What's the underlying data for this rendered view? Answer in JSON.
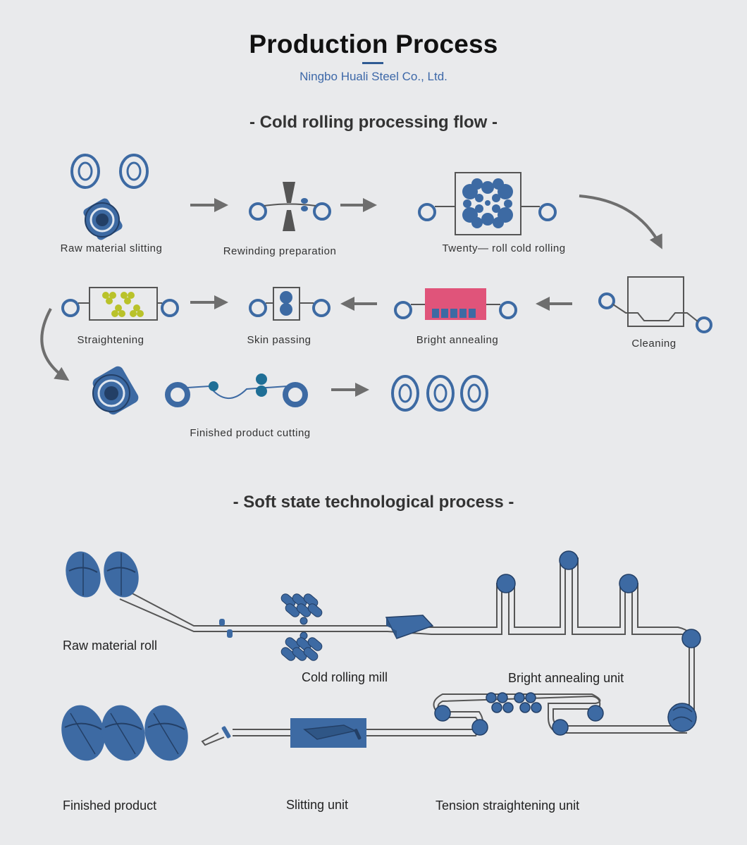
{
  "header": {
    "title": "Production Process",
    "company": "Ningbo Huali Steel Co., Ltd."
  },
  "cold_rolling": {
    "title": "- Cold rolling processing flow -",
    "steps": [
      {
        "label": "Raw material slitting"
      },
      {
        "label": "Rewinding preparation"
      },
      {
        "label": "Twenty— roll cold rolling"
      },
      {
        "label": "Cleaning"
      },
      {
        "label": "Bright annealing"
      },
      {
        "label": "Skin passing"
      },
      {
        "label": "Straightening"
      },
      {
        "label": "Finished product cutting"
      }
    ]
  },
  "soft_state": {
    "title": "- Soft state technological process -",
    "steps": [
      {
        "label": "Raw material roll"
      },
      {
        "label": "Cold rolling mill"
      },
      {
        "label": "Bright annealing unit"
      },
      {
        "label": "Finished product"
      },
      {
        "label": "Slitting unit"
      },
      {
        "label": "Tension straightening unit"
      }
    ]
  },
  "colors": {
    "primary": "#3d6aa3",
    "dark_outline": "#233f66",
    "arrow": "#6e6e6e",
    "annealing": "#e0547a",
    "straightening": "#b9c22a",
    "teal": "#1f6f96"
  }
}
